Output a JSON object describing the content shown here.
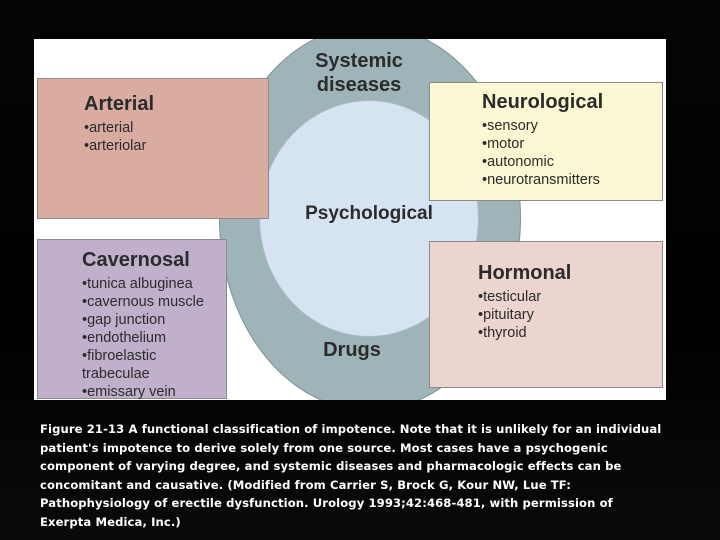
{
  "diagram": {
    "ring_top": "Systemic diseases",
    "center": "Psychological",
    "ring_bottom": "Drugs",
    "boxes": {
      "arterial": {
        "title": "Arterial",
        "items": [
          "arterial",
          "arteriolar"
        ]
      },
      "neurological": {
        "title": "Neurological",
        "items": [
          "sensory",
          "motor",
          "autonomic",
          "neurotransmitters"
        ]
      },
      "cavernosal": {
        "title": "Cavernosal",
        "items": [
          "tunica albuginea",
          "cavernous muscle",
          "gap junction",
          "endothelium",
          "fibroelastic trabeculae",
          "emissary vein"
        ]
      },
      "hormonal": {
        "title": "Hormonal",
        "items": [
          "testicular",
          "pituitary",
          "thyroid"
        ]
      }
    }
  },
  "caption": "Figure 21-13  A functional classification of impotence. Note that it is unlikely for an individual\npatient's impotence to derive solely from one source. Most cases have a psychogenic\ncomponent of varying degree, and systemic diseases and pharmacologic effects can be\nconcomitant and causative.  (Modified from Carrier S, Brock G, Kour NW, Lue TF:\nPathophysiology of erectile dysfunction. Urology 1993;42:468-481, with permission of\nExerpta Medica, Inc.)"
}
